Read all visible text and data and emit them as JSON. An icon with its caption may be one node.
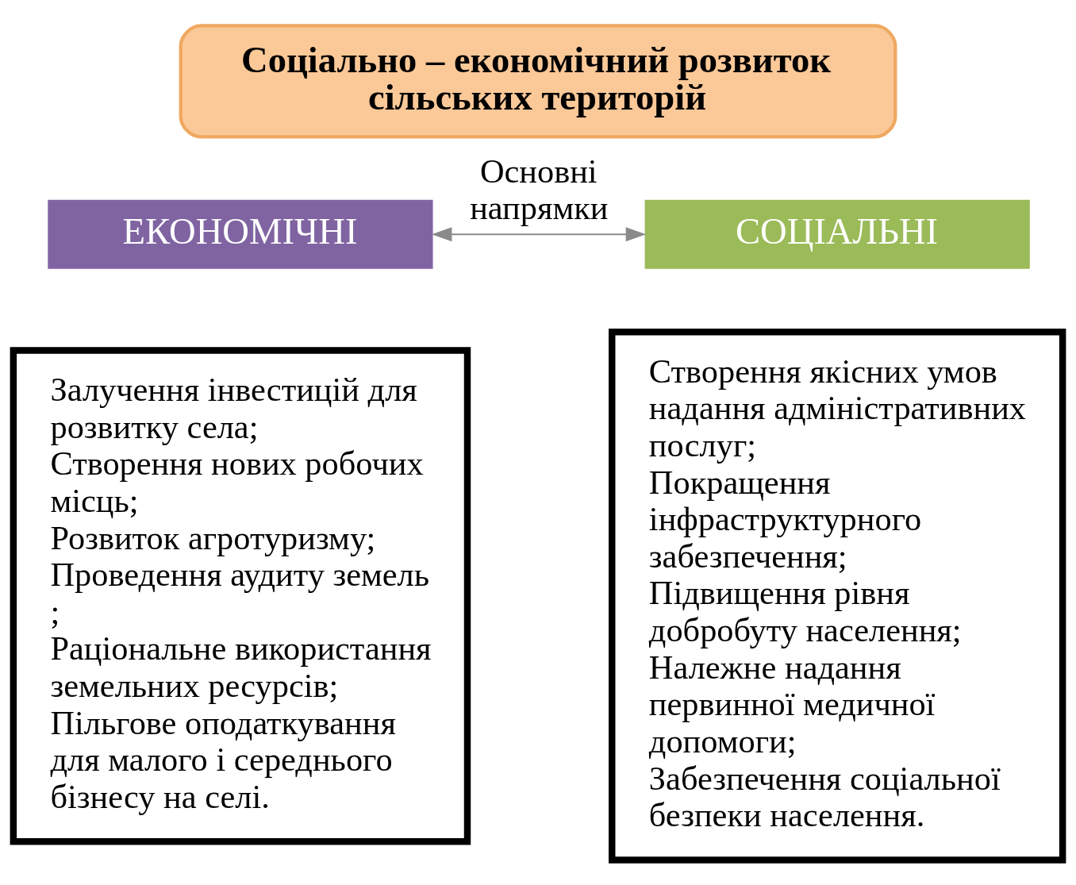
{
  "diagram": {
    "nodes": [
      {
        "text": [
          "Соціально – економічний розвиток сільських територій"
        ]
      },
      {
        "text": [
          "ЕКОНОМІЧНІ"
        ]
      },
      {
        "text": [
          "Залучення інвестицій для розвитку села;",
          "Створення нових робочих місць;",
          "Розвиток агротуризму;",
          "Проведення аудиту земель ;",
          "Раціональне використання земельних ресурсів;",
          "Пільгове оподаткування для малого і середнього бізнесу на селі."
        ]
      },
      {
        "text": [
          "СОЦІАЛЬНІ"
        ]
      },
      {
        "text": [
          "Створення якісних умов надання адміністративних послуг;",
          "Покращення інфраструктурного забезпечення;",
          "Підвищення рівня добробуту населення;",
          "Належне надання первинної медичної допомоги;",
          "Забезпечення соціальної безпеки населення."
        ]
      }
    ],
    "edges": [
      {
        "from": 1,
        "to": 3,
        "arrow": "both",
        "label": "Основні напрямки"
      }
    ]
  }
}
